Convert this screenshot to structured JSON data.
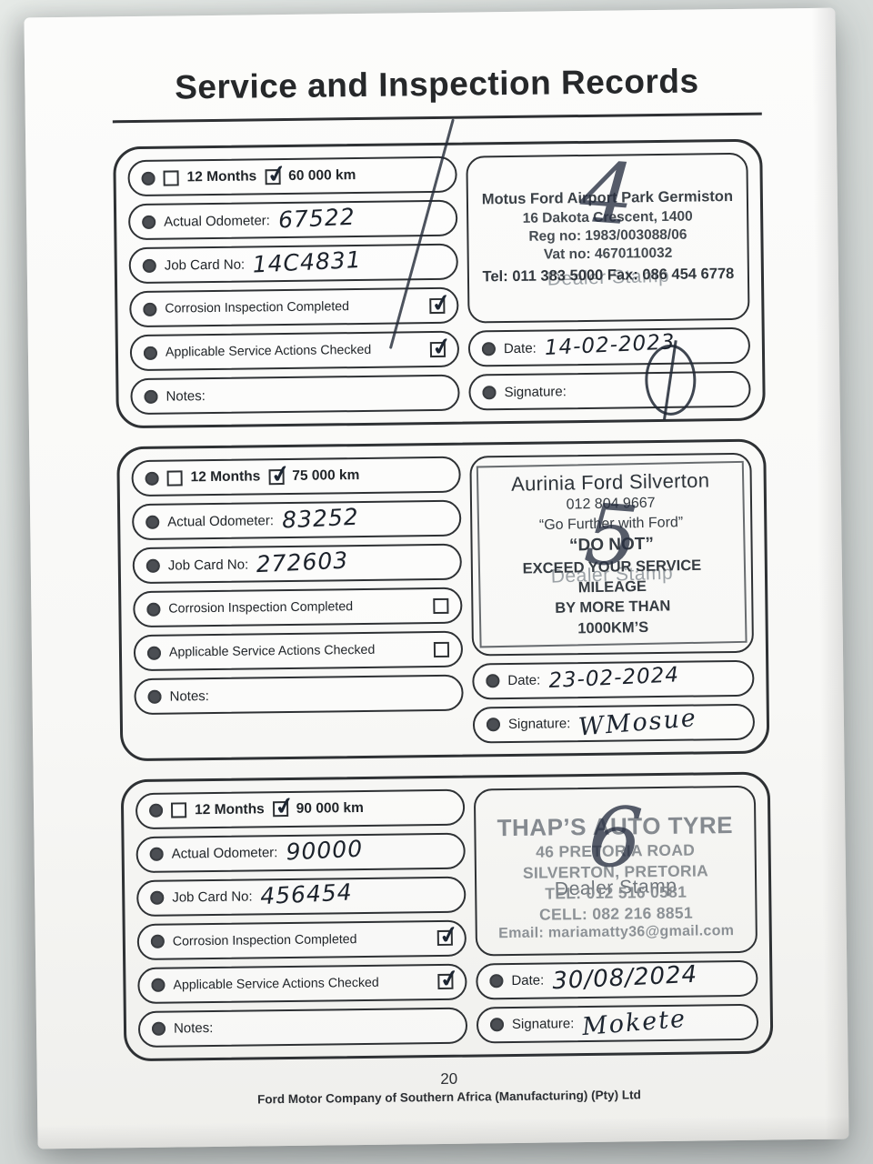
{
  "page": {
    "title": "Service and Inspection Records",
    "page_number": "20",
    "footer": "Ford Motor Company of Southern Africa (Manufacturing) (Pty) Ltd"
  },
  "labels": {
    "months": "12 Months",
    "odometer": "Actual Odometer:",
    "job_card": "Job Card No:",
    "corrosion": "Corrosion Inspection Completed",
    "actions": "Applicable Service Actions Checked",
    "notes": "Notes:",
    "date": "Date:",
    "signature": "Signature:",
    "dealer_stamp_watermark": "Dealer Stamp"
  },
  "records": [
    {
      "interval_km": "60 000 km",
      "months_tick": "",
      "km_tick": "✓",
      "odometer": "67522",
      "job_card": "14C4831",
      "corrosion_tick": "✓",
      "actions_tick": "✓",
      "notes": "",
      "stamp": {
        "number": "4",
        "title": "Motus Ford Airport Park Germiston",
        "lines": [
          "16 Dakota Crescent, 1400",
          "Reg no: 1983/003088/06",
          "Vat no: 4670110032",
          "Tel: 011 383 5000 Fax: 086 454 6778"
        ]
      },
      "date": "14-02-2023",
      "signature": ""
    },
    {
      "interval_km": "75 000 km",
      "months_tick": "",
      "km_tick": "✓",
      "odometer": "83252",
      "job_card": "272603",
      "corrosion_tick": "",
      "actions_tick": "",
      "notes": "",
      "stamp": {
        "number": "5",
        "title": "Aurinia Ford Silverton",
        "lines": [
          "012 804 9667",
          "“Go Further with Ford”",
          "“DO NOT”",
          "EXCEED YOUR SERVICE MILEAGE",
          "BY MORE THAN",
          "1000KM’S"
        ]
      },
      "date": "23-02-2024",
      "signature": "WMosue"
    },
    {
      "interval_km": "90 000 km",
      "months_tick": "",
      "km_tick": "✓",
      "odometer": "90000",
      "job_card": "456454",
      "corrosion_tick": "✓",
      "actions_tick": "✓",
      "notes": "",
      "stamp": {
        "number": "6",
        "title": "THAP’S AUTO TYRE",
        "lines": [
          "46 PRETORIA ROAD",
          "SILVERTON, PRETORIA",
          "TEL: 012 516 0581",
          "CELL: 082 216 8851",
          "Email: mariamatty36@gmail.com"
        ]
      },
      "date": "30/08/2024",
      "signature": "Mokete"
    }
  ]
}
